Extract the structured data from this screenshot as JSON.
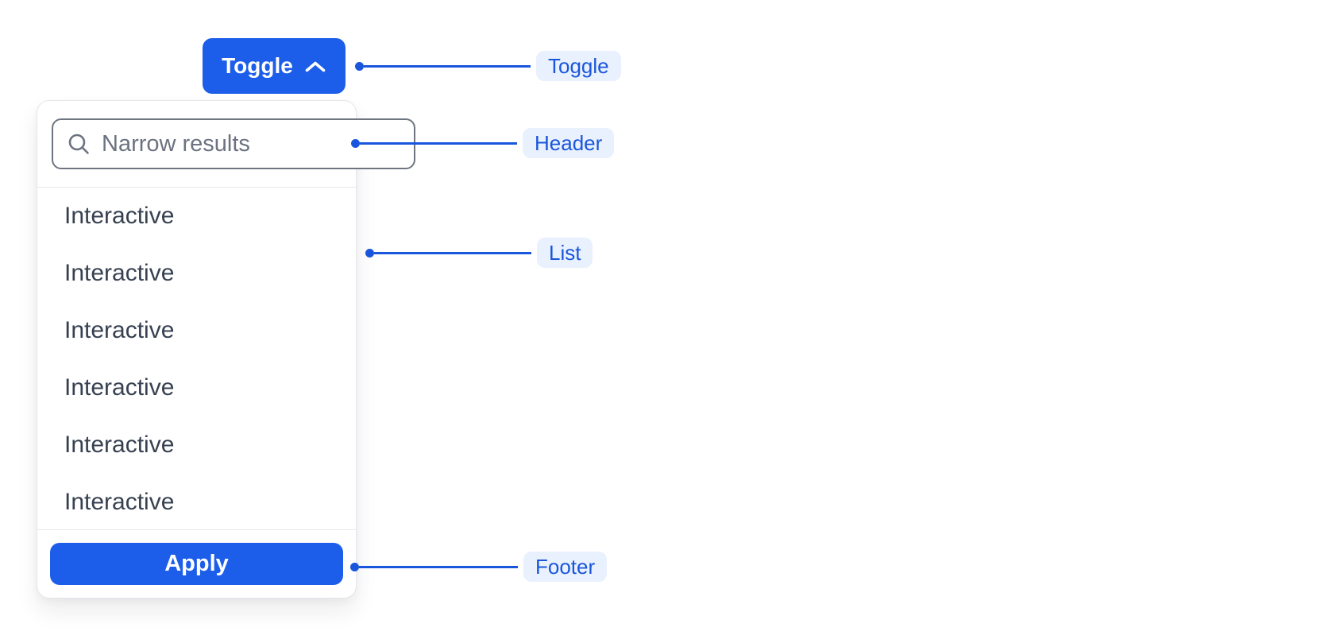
{
  "toggle_button": {
    "label": "Toggle",
    "icon": "chevron-up"
  },
  "dropdown": {
    "header": {
      "search_placeholder": "Narrow results",
      "search_icon": "magnifying-glass"
    },
    "items": [
      "Interactive",
      "Interactive",
      "Interactive",
      "Interactive",
      "Interactive",
      "Interactive"
    ],
    "footer": {
      "apply_label": "Apply"
    }
  },
  "annotations": [
    {
      "label": "Toggle",
      "target": "toggle-button"
    },
    {
      "label": "Header",
      "target": "dropdown-header"
    },
    {
      "label": "List",
      "target": "dropdown-list"
    },
    {
      "label": "Footer",
      "target": "dropdown-footer"
    }
  ],
  "colors": {
    "primary_blue": "#1C5EEA",
    "annotation_blue": "#1A56DB",
    "pill_bg": "#E9F1FE",
    "text_dark": "#374151",
    "text_gray": "#6B7280",
    "input_border": "#6E7580",
    "divider": "#E5E7EB",
    "panel_border": "#E4E6EA"
  }
}
